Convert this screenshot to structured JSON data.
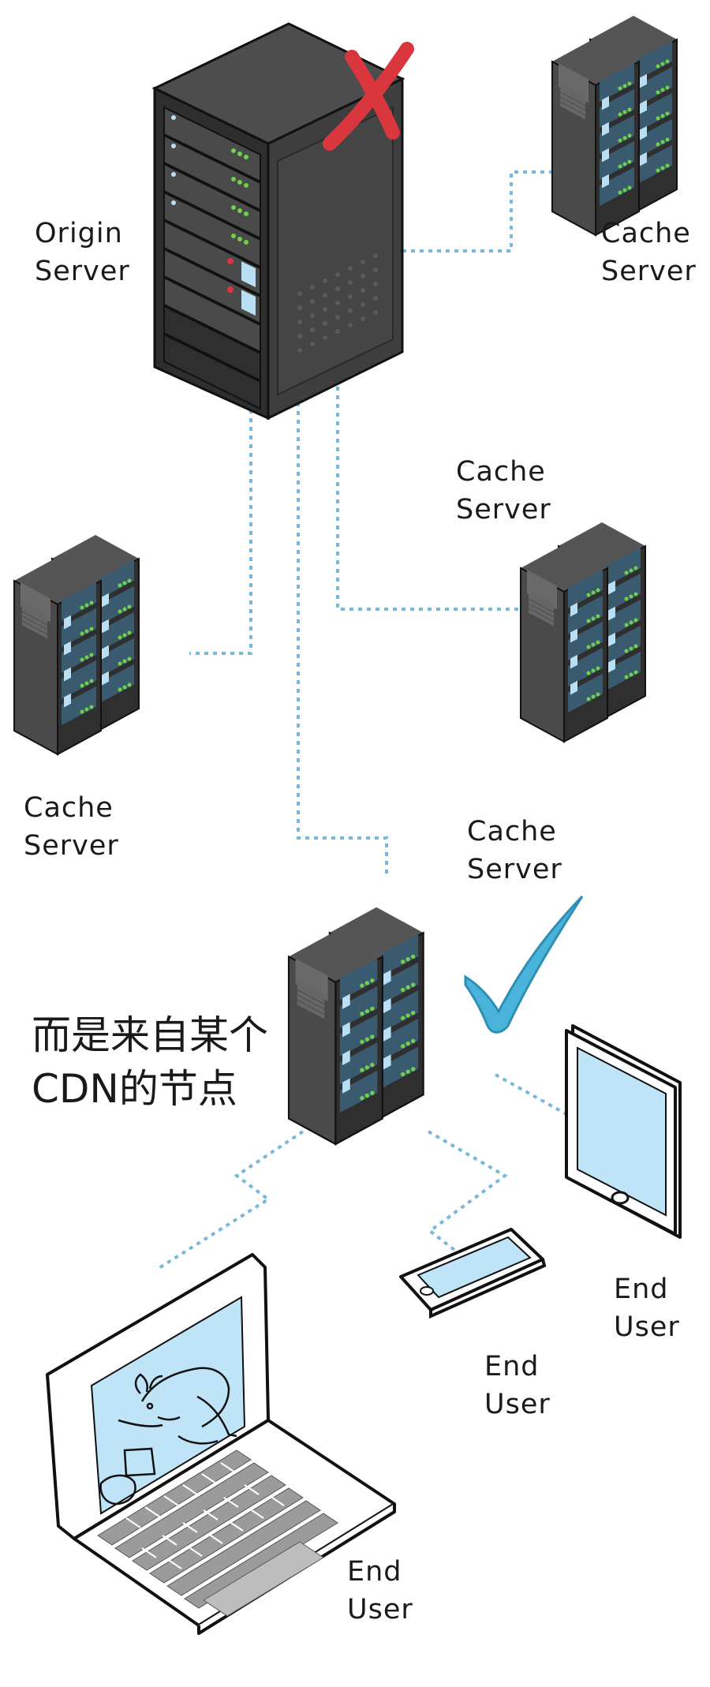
{
  "labels": {
    "origin_server": [
      "Origin",
      "Server"
    ],
    "cache_server_top_right": [
      "Cache",
      "Server"
    ],
    "cache_server_middle_right": [
      "Cache",
      "Server"
    ],
    "cache_server_left": [
      "Cache",
      "Server"
    ],
    "cache_server_bottom": [
      "Cache",
      "Server"
    ],
    "end_user_tablet": [
      "End",
      "User"
    ],
    "end_user_phone": [
      "End",
      "User"
    ],
    "end_user_laptop": [
      "End",
      "User"
    ]
  },
  "caption": [
    "而是来自某个",
    "CDN的节点"
  ],
  "icons": {
    "origin": "rack-server-icon",
    "cache": "server-pair-icon",
    "fail": "x-mark-icon",
    "ok": "check-mark-icon",
    "tablet": "tablet-icon",
    "phone": "phone-icon",
    "laptop": "laptop-icon"
  },
  "colors": {
    "server_dark": "#3b3b3b",
    "server_side": "#4a4a4a",
    "panel_blue": "#b9dff4",
    "led_green": "#6fd14a",
    "connector": "#7ab8d8",
    "x_mark": "#d9363e",
    "check_mark": "#4ab3da",
    "screen": "#bfe4f7"
  }
}
